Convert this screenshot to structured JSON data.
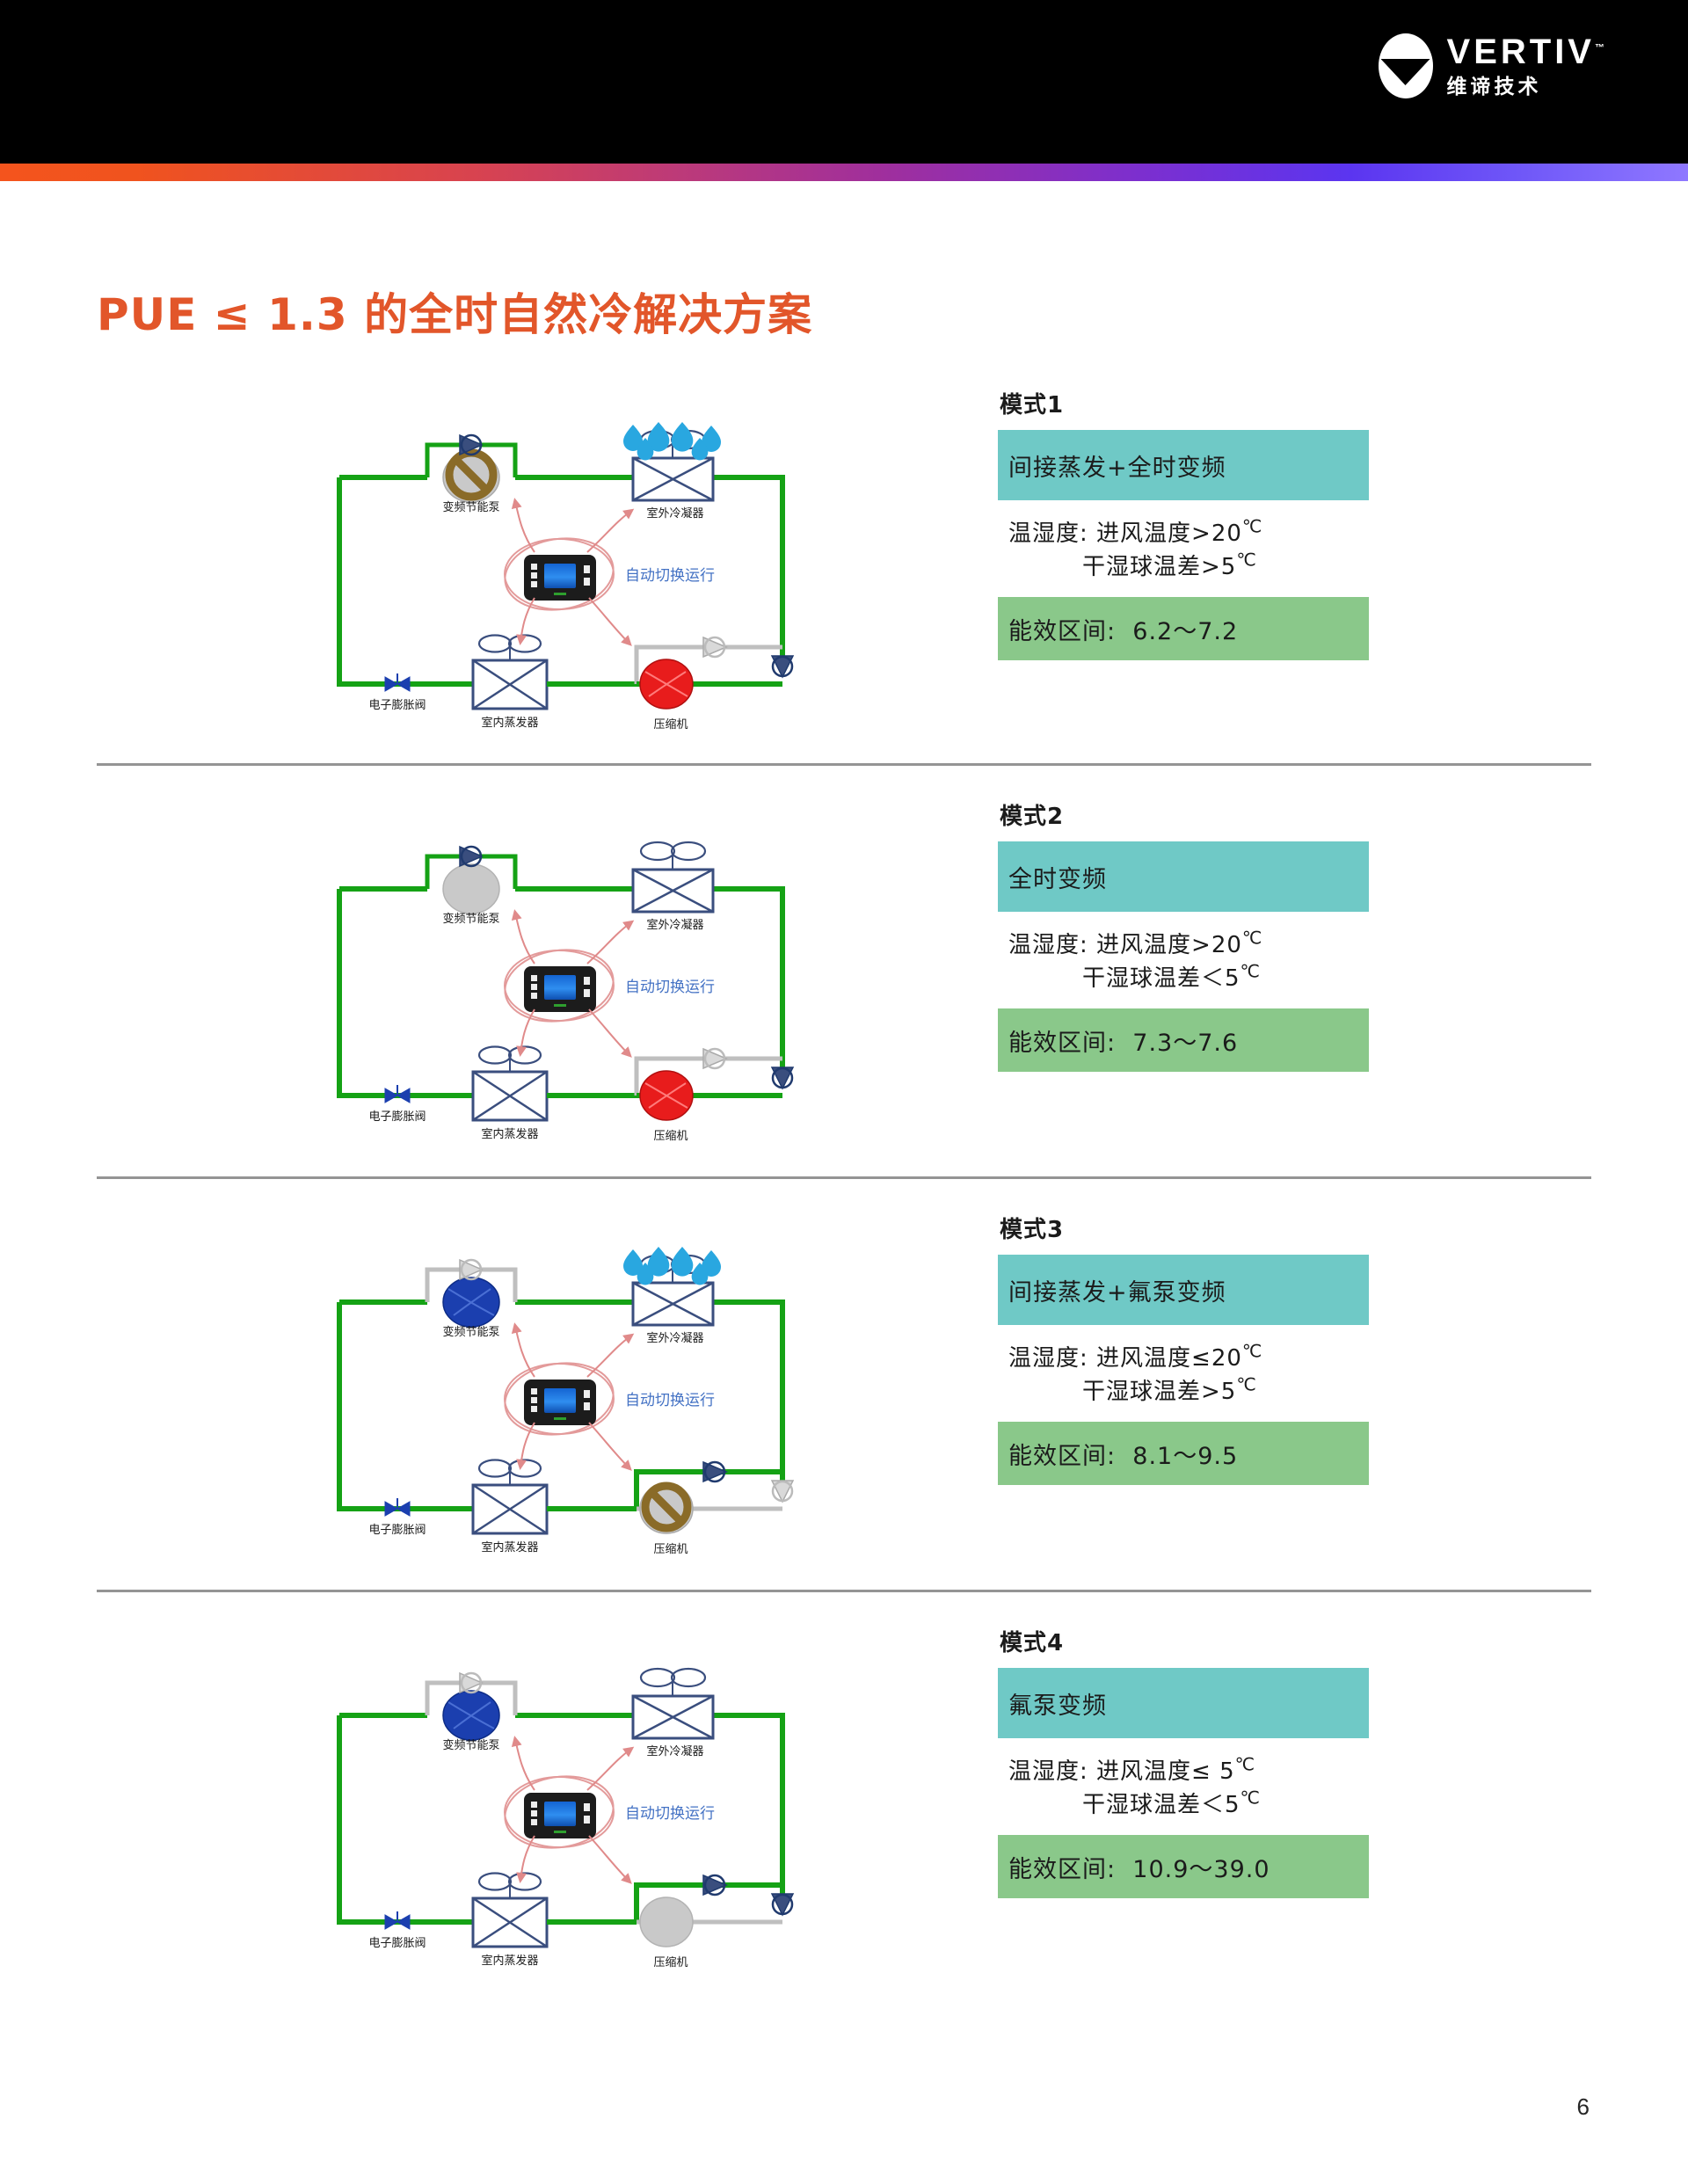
{
  "brand": {
    "logo_word": "VERTIV",
    "logo_tm": "™",
    "logo_cn": "维谛技术",
    "accent_orange": "#E2562A",
    "band_teal": "#6FC9C6",
    "band_green": "#8AC88A"
  },
  "page": {
    "title": "PUE ≤ 1.3 的全时自然冷解决方案",
    "number": "6"
  },
  "diagram_labels": {
    "pump": "变频节能泵",
    "condenser": "室外冷凝器",
    "expansion_valve": "电子膨胀阀",
    "evaporator": "室内蒸发器",
    "compressor": "压缩机",
    "controller": "自动切换运行"
  },
  "modes": [
    {
      "heading": "模式1",
      "mode_label": "间接蒸发+全时变频",
      "cond_label": "温湿度:",
      "cond_line1": "进风温度>20",
      "cond_line1_unit": "℃",
      "cond_line2": "干湿球温差>5",
      "cond_line2_unit": "℃",
      "eff_label": "能效区间:",
      "eff_value": "6.2～7.2",
      "spray": true,
      "pump_state": "off",
      "compressor_state": "on"
    },
    {
      "heading": "模式2",
      "mode_label": "全时变频",
      "cond_label": "温湿度:",
      "cond_line1": "进风温度>20",
      "cond_line1_unit": "℃",
      "cond_line2": "干湿球温差＜5",
      "cond_line2_unit": "℃",
      "eff_label": "能效区间:",
      "eff_value": "7.3～7.6",
      "spray": false,
      "pump_state": "idle",
      "compressor_state": "on"
    },
    {
      "heading": "模式3",
      "mode_label": "间接蒸发+氟泵变频",
      "cond_label": "温湿度:",
      "cond_line1": "进风温度≤20",
      "cond_line1_unit": "℃",
      "cond_line2": "干湿球温差>5",
      "cond_line2_unit": "℃",
      "eff_label": "能效区间:",
      "eff_value": "8.1～9.5",
      "spray": true,
      "pump_state": "on",
      "compressor_state": "off"
    },
    {
      "heading": "模式4",
      "mode_label": "氟泵变频",
      "cond_label": "温湿度:",
      "cond_line1": "进风温度≤ 5",
      "cond_line1_unit": "℃",
      "cond_line2": "干湿球温差＜5",
      "cond_line2_unit": "℃",
      "eff_label": "能效区间:",
      "eff_value": "10.9～39.0",
      "spray": false,
      "pump_state": "on",
      "compressor_state": "idle"
    }
  ]
}
